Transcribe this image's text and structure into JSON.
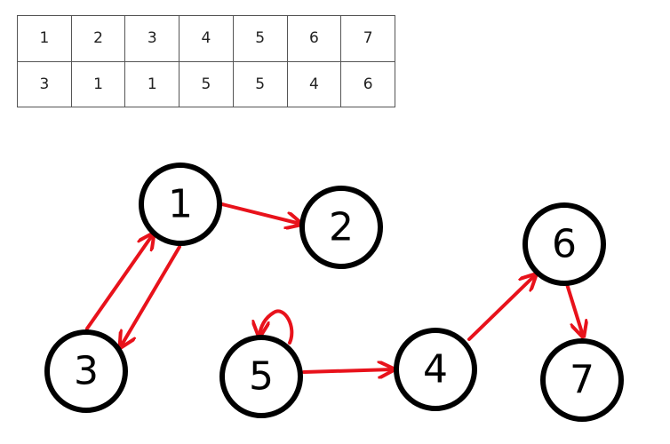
{
  "table": {
    "row_index": [
      "1",
      "2",
      "3",
      "4",
      "5",
      "6",
      "7"
    ],
    "row_target": [
      "3",
      "1",
      "1",
      "5",
      "5",
      "4",
      "6"
    ]
  },
  "graph": {
    "edge_color": "#e8121b",
    "node_stroke": "#000000",
    "nodes": [
      {
        "id": "1",
        "label": "1"
      },
      {
        "id": "2",
        "label": "2"
      },
      {
        "id": "3",
        "label": "3"
      },
      {
        "id": "4",
        "label": "4"
      },
      {
        "id": "5",
        "label": "5"
      },
      {
        "id": "6",
        "label": "6"
      },
      {
        "id": "7",
        "label": "7"
      }
    ],
    "edges": [
      {
        "from": "1",
        "to": "2"
      },
      {
        "from": "3",
        "to": "1"
      },
      {
        "from": "1",
        "to": "3"
      },
      {
        "from": "5",
        "to": "5"
      },
      {
        "from": "5",
        "to": "4"
      },
      {
        "from": "4",
        "to": "6"
      },
      {
        "from": "6",
        "to": "7"
      }
    ]
  }
}
